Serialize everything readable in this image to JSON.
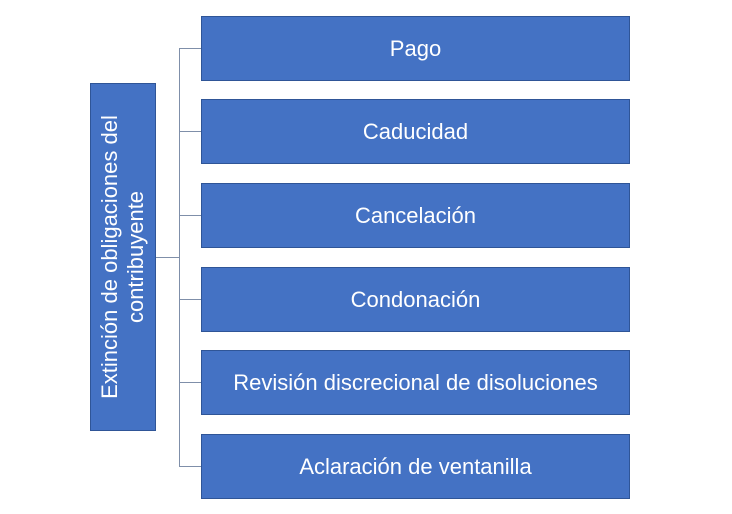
{
  "diagram": {
    "root": {
      "label": "Extinción de obligaciones del contribuyente"
    },
    "children": [
      {
        "label": "Pago"
      },
      {
        "label": "Caducidad"
      },
      {
        "label": "Cancelación"
      },
      {
        "label": "Condonación"
      },
      {
        "label": "Revisión discrecional de disoluciones"
      },
      {
        "label": "Aclaración de ventanilla"
      }
    ],
    "colors": {
      "box_fill": "#4472c4",
      "box_border": "#2f5597",
      "text": "#ffffff",
      "connector": "#7f8fa9"
    }
  }
}
